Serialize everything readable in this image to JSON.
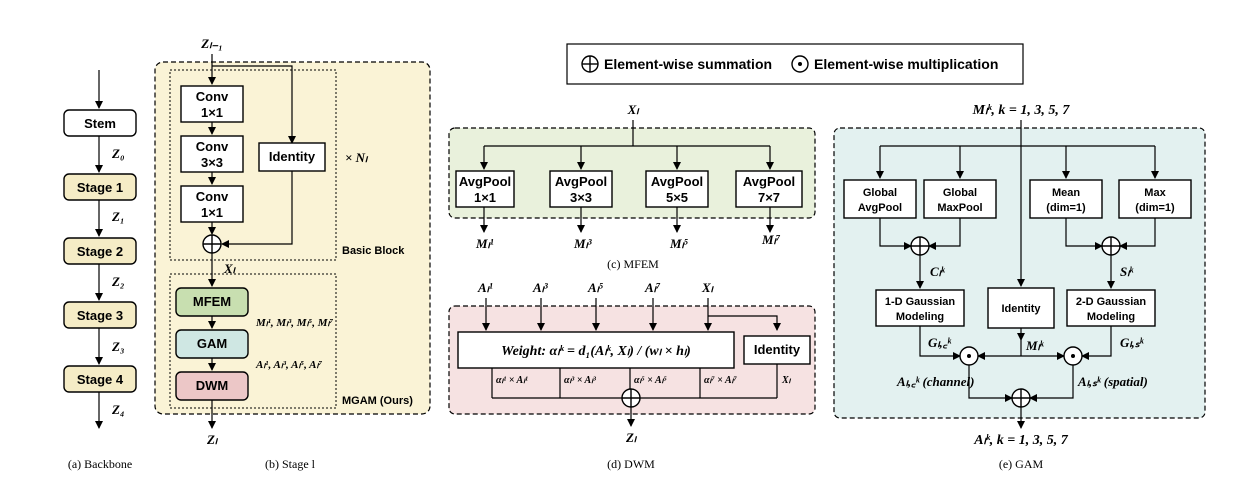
{
  "legend": {
    "sum_label": "Element-wise summation",
    "mul_label": "Element-wise multiplication"
  },
  "backbone": {
    "stem": "Stem",
    "stages": [
      "Stage 1",
      "Stage 2",
      "Stage 3",
      "Stage 4"
    ],
    "z_labels": [
      "Z₀",
      "Z₁",
      "Z₂",
      "Z₃",
      "Z₄"
    ],
    "caption": "(a) Backbone"
  },
  "stage": {
    "input": "Zₗ₋₁",
    "conv1": [
      "Conv",
      "1×1"
    ],
    "conv2": [
      "Conv",
      "3×3"
    ],
    "conv3": [
      "Conv",
      "1×1"
    ],
    "identity": "Identity",
    "repeat": "× Nₗ",
    "basic_block": "Basic Block",
    "x_label": "Xₗ",
    "mfem": "MFEM",
    "gam": "GAM",
    "dwm": "DWM",
    "mfem_out": "Mₗ¹, Mₗ³, Mₗ⁵, Mₗ⁷",
    "gam_out": "Aₗ¹, Aₗ³, Aₗ⁵, Aₗ⁷",
    "mgam": "MGAM (Ours)",
    "output": "Zₗ",
    "caption": "(b) Stage l"
  },
  "mfem_panel": {
    "input": "Xₗ",
    "pools": [
      [
        "AvgPool",
        "1×1"
      ],
      [
        "AvgPool",
        "3×3"
      ],
      [
        "AvgPool",
        "5×5"
      ],
      [
        "AvgPool",
        "7×7"
      ]
    ],
    "outputs": [
      "Mₗ¹",
      "Mₗ³",
      "Mₗ⁵",
      "Mₗ⁷"
    ],
    "caption": "(c) MFEM"
  },
  "dwm_panel": {
    "inputs": [
      "Aₗ¹",
      "Aₗ³",
      "Aₗ⁵",
      "Aₗ⁷",
      "Xₗ"
    ],
    "weight_label": "Weight: αₗᵏ = d₁(Aₗᵏ, Xₗ) / (wₗ × hₗ)",
    "identity": "Identity",
    "products": [
      "αₗ¹ × Aₗ¹",
      "αₗ³ × Aₗ³",
      "αₗ⁵ × Aₗ⁵",
      "αₗ⁷ × Aₗ⁷",
      "Xₗ"
    ],
    "output": "Zₗ",
    "caption": "(d) DWM"
  },
  "gam_panel": {
    "input": "Mₗᵏ, k = 1, 3, 5, 7",
    "boxes": [
      [
        "Global",
        "AvgPool"
      ],
      [
        "Global",
        "MaxPool"
      ],
      [
        "Mean",
        "(dim=1)"
      ],
      [
        "Max",
        "(dim=1)"
      ]
    ],
    "c_label": "Cₗᵏ",
    "s_label": "Sₗᵏ",
    "gauss1": [
      "1-D Gaussian",
      "Modeling"
    ],
    "identity": "Identity",
    "gauss2": [
      "2-D Gaussian",
      "Modeling"
    ],
    "g_c": "Gₗ,꜀ᵏ",
    "m_label": "Mₗᵏ",
    "g_s": "Gₗ,ₛᵏ",
    "a_c": "Aₗ,꜀ᵏ (channel)",
    "a_s": "Aₗ,ₛᵏ (spatial)",
    "output": "Aₗᵏ, k = 1, 3, 5, 7",
    "caption": "(e) GAM"
  },
  "colors": {
    "stage_fill": "#f5ecc6",
    "mfem_fill": "#c8dfb0",
    "gam_fill": "#cfe7e3",
    "dwm_fill": "#ecc7c7",
    "mfem_panel_bg": "#e9f1dc",
    "dwm_panel_bg": "#f6e2e2",
    "gam_panel_bg": "#e3f1f0",
    "stage_panel_bg": "#faf3d6"
  }
}
